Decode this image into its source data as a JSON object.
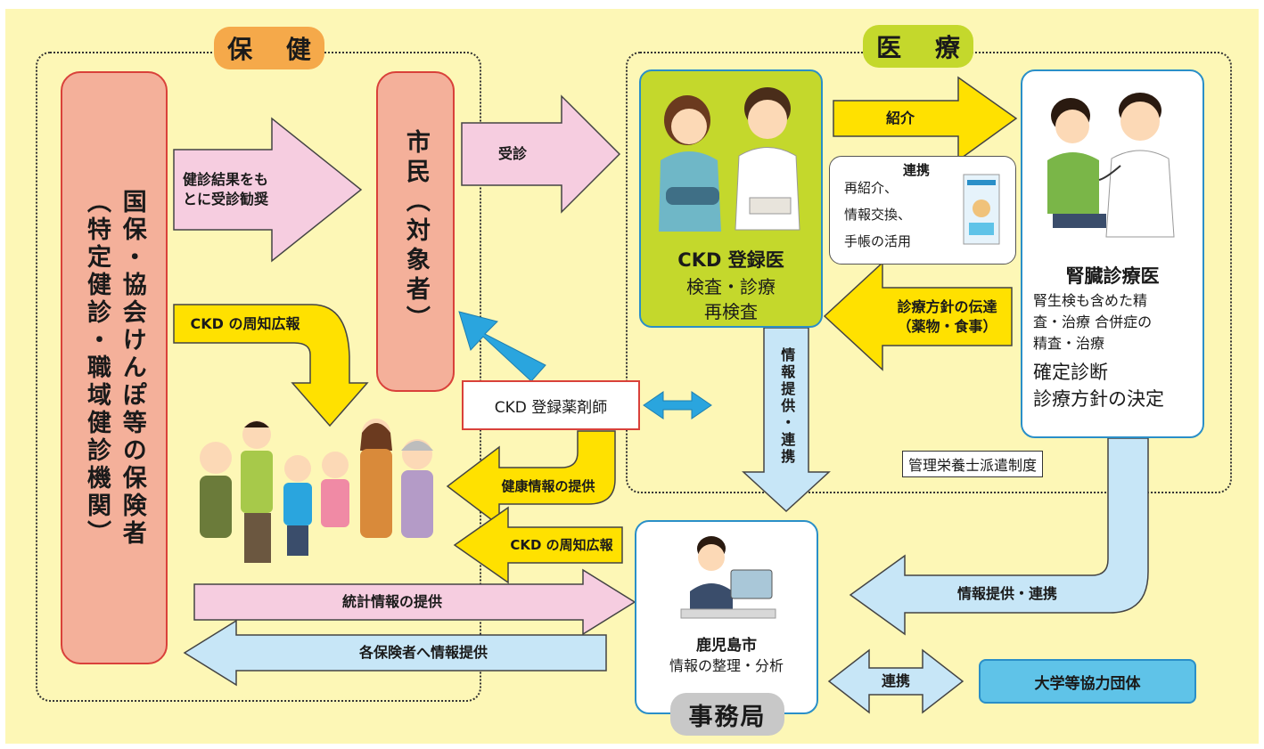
{
  "headers": {
    "hoken": "保 健",
    "iryo": "医 療",
    "jimukyoku": "事務局"
  },
  "nodes": {
    "insurers_line1": "国保・協会けんぽ等の保険者",
    "insurers_line2": "（特定健診・職域健診機関）",
    "citizen": "市民（対象者）",
    "ckd_doctor_title": "CKD 登録医",
    "ckd_doctor_line1": "検査・診療",
    "ckd_doctor_line2": "再検査",
    "nephro_title": "腎臓診療医",
    "nephro_line1": "腎生検も含めた精",
    "nephro_line2": "査・治療 合併症の",
    "nephro_line3": "精査・治療",
    "nephro_line4": "確定診断",
    "nephro_line5": "診療方針の決定",
    "pharmacist": "CKD 登録薬剤師",
    "kagoshima_title": "鹿児島市",
    "kagoshima_sub": "情報の整理・分析",
    "university": "大学等協力団体",
    "nutrition": "管理栄養士派遣制度"
  },
  "arrows": {
    "recommend_line1": "健診結果をも",
    "recommend_line2": "とに受診勧奨",
    "consult": "受診",
    "ckd_awareness_1": "CKD の周知広報",
    "referral": "紹介",
    "coop_title": "連携",
    "coop_line1": "再紹介、",
    "coop_line2": "情報交換、",
    "coop_line3": "手帳の活用",
    "policy_line1": "診療方針の伝達",
    "policy_line2": "（薬物・食事）",
    "info_provide_v": "情報提供・連携",
    "health_info": "健康情報の提供",
    "ckd_awareness_2": "CKD の周知広報",
    "stats_info": "統計情報の提供",
    "insurer_info": "各保険者へ情報提供",
    "info_coop_h": "情報提供・連携",
    "coop_univ": "連携"
  },
  "colors": {
    "background": "#fdf7b6",
    "orange_badge": "#f5a94a",
    "green_badge": "#c4d82c",
    "gray_badge": "#c8c8c8",
    "salmon_box": "#f4b09a",
    "red_border": "#d9413a",
    "pink_arrow": "#f6cde0",
    "yellow_arrow": "#ffe100",
    "light_blue_arrow": "#c7e6f7",
    "blue_border": "#2a8fc8",
    "ckd_green": "#c4d82c",
    "university_blue": "#5fc3e8"
  }
}
